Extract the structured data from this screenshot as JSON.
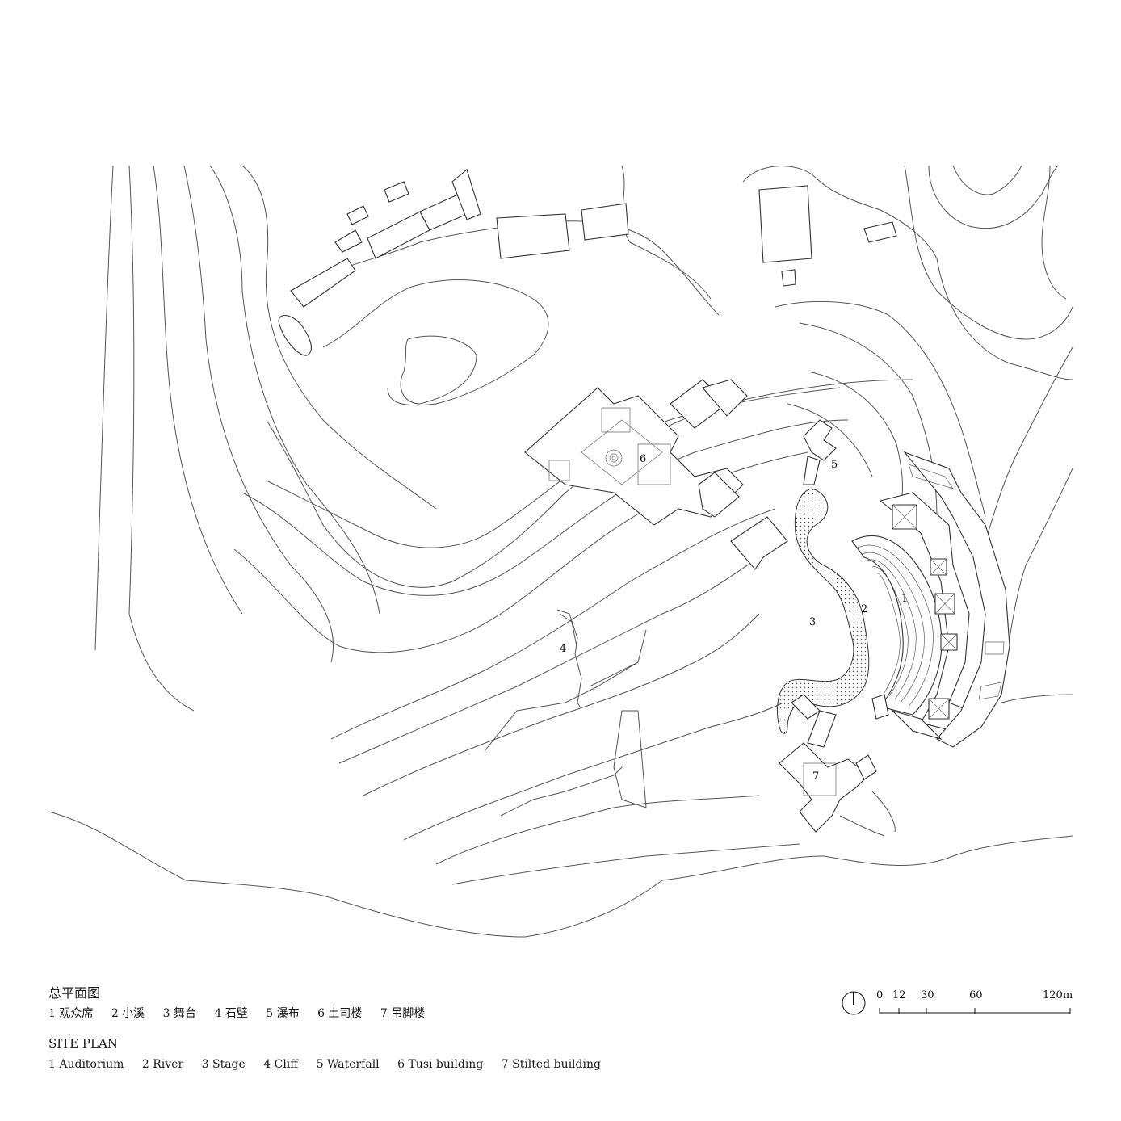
{
  "legend": {
    "title_cn": "总平面图",
    "items_cn": [
      "1 观众席",
      "2 小溪",
      "3 舞台",
      "4 石壁",
      "5 瀑布",
      "6 土司楼",
      "7 吊脚楼"
    ],
    "title_en": "SITE PLAN",
    "items_en": [
      "1 Auditorium",
      "2 River",
      "3 Stage",
      "4 Cliff",
      "5 Waterfall",
      "6 Tusi building",
      "7 Stilted building"
    ]
  },
  "map_labels": {
    "auditorium": "1",
    "river": "2",
    "stage": "3",
    "cliff": "4",
    "waterfall": "5",
    "tusi_building": "6",
    "stilted_building": "7"
  },
  "scale_bar": {
    "ticks": [
      "0",
      "12",
      "30",
      "60",
      "120m"
    ]
  },
  "icons": {
    "north_arrow": "north-arrow-icon"
  }
}
